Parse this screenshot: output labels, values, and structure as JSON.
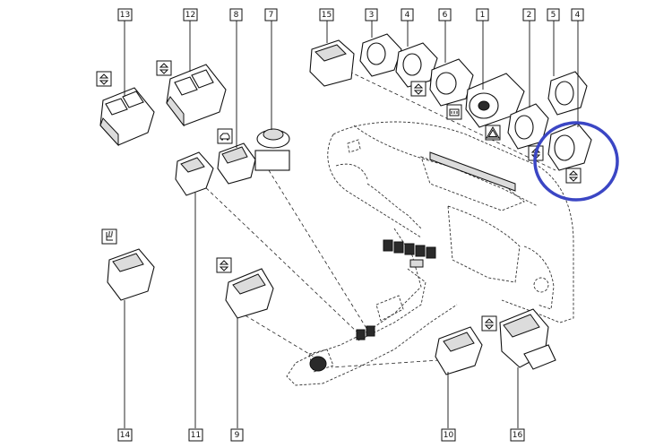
{
  "callouts": [
    {
      "id": "13",
      "label": "13"
    },
    {
      "id": "12",
      "label": "12"
    },
    {
      "id": "8",
      "label": "8"
    },
    {
      "id": "7",
      "label": "7"
    },
    {
      "id": "15",
      "label": "15"
    },
    {
      "id": "3",
      "label": "3"
    },
    {
      "id": "4a",
      "label": "4"
    },
    {
      "id": "6",
      "label": "6"
    },
    {
      "id": "1",
      "label": "1"
    },
    {
      "id": "2",
      "label": "2"
    },
    {
      "id": "5",
      "label": "5"
    },
    {
      "id": "4b",
      "label": "4"
    },
    {
      "id": "14",
      "label": "14"
    },
    {
      "id": "11",
      "label": "11"
    },
    {
      "id": "9",
      "label": "9"
    },
    {
      "id": "10",
      "label": "10"
    },
    {
      "id": "16",
      "label": "16"
    }
  ],
  "symbols": [
    {
      "id": "sym-13",
      "icon": "window-updown-icon"
    },
    {
      "id": "sym-12",
      "icon": "window-updown-icon"
    },
    {
      "id": "sym-8",
      "icon": "car-silhouette-icon"
    },
    {
      "id": "sym-4a",
      "icon": "window-updown-icon"
    },
    {
      "id": "sym-1",
      "icon": "hazard-triangle-icon"
    },
    {
      "id": "sym-6",
      "icon": "rear-defrost-icon"
    },
    {
      "id": "sym-2",
      "icon": "window-updown-icon"
    },
    {
      "id": "sym-4b",
      "icon": "window-updown-icon"
    },
    {
      "id": "sym-14",
      "icon": "seat-heater-icon"
    },
    {
      "id": "sym-9",
      "icon": "window-updown-icon"
    },
    {
      "id": "sym-16",
      "icon": "window-updown-icon"
    }
  ],
  "colors": {
    "highlight": "#3b46c4",
    "line": "#111111"
  }
}
